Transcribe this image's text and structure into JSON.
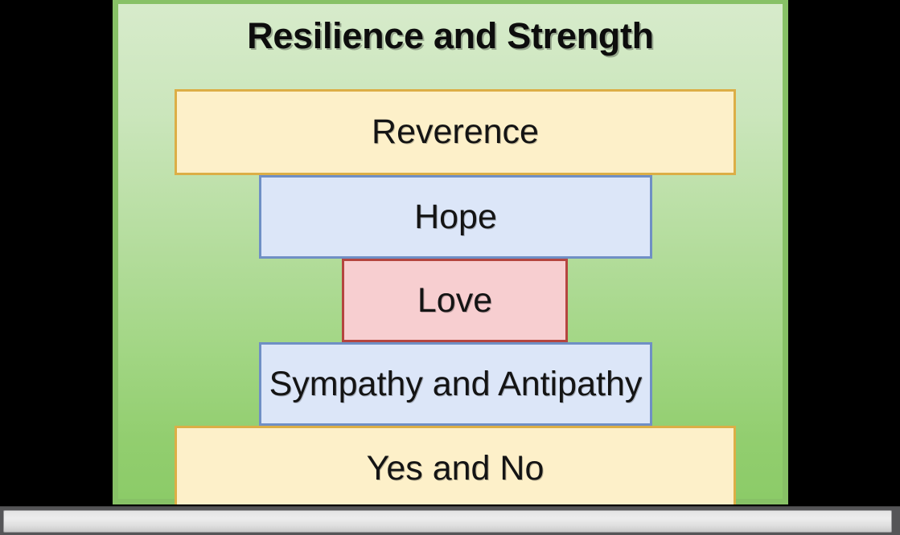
{
  "document": {
    "title": "Resilience and Strength",
    "background_color": "#000000",
    "slide": {
      "name": "resilience-and-strength-slide",
      "background_gradient_top": "#d7ebcb",
      "background_gradient_bottom": "#8ccb68",
      "border_color": "#87c166"
    }
  },
  "pyramid": {
    "type": "stacked-pyramid",
    "rows": [
      {
        "label": "Reverence",
        "fill": "#fdf0c9",
        "border": "#dcae46",
        "level": 1
      },
      {
        "label": "Hope",
        "fill": "#dce6f8",
        "border": "#6f8fc5",
        "level": 2
      },
      {
        "label": "Love",
        "fill": "#f7ced0",
        "border": "#b4453f",
        "level": 3
      },
      {
        "label": "Sympathy and Antipathy",
        "fill": "#dce6f8",
        "border": "#6f8fc5",
        "level": 4
      },
      {
        "label": "Yes and No",
        "fill": "#fdf0c9",
        "border": "#dcae46",
        "level": 5
      }
    ]
  },
  "scrollbar": {
    "orientation": "horizontal",
    "track_color": "#555557",
    "thumb_color": "#e3e3e3"
  }
}
